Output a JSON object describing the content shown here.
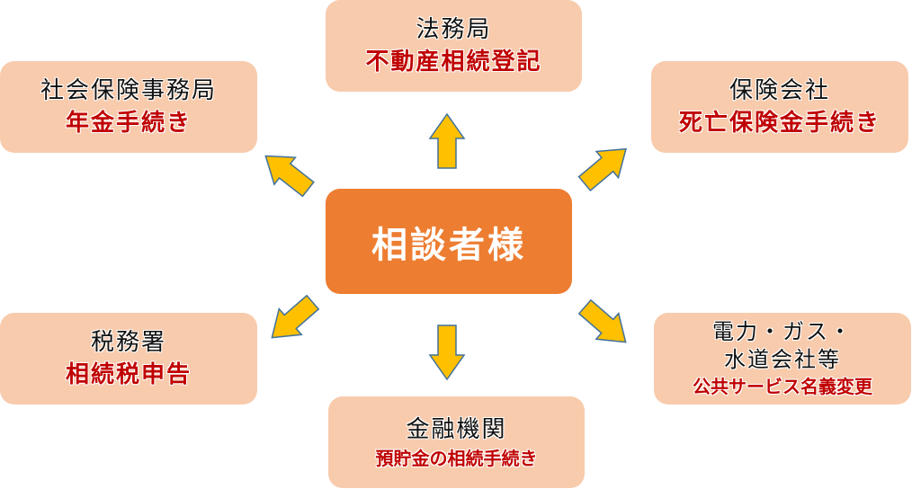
{
  "center": {
    "label": "相談者様"
  },
  "nodes": [
    {
      "title": "法務局",
      "task": "不動産相続登記"
    },
    {
      "title": "社会保険事務局",
      "task": "年金手続き"
    },
    {
      "title": "保険会社",
      "task": "死亡保険金手続き"
    },
    {
      "title": "税務署",
      "task": "相続税申告"
    },
    {
      "title": "金融機関",
      "task": "預貯金の相続手続き"
    },
    {
      "title_line1": "電力・ガス・",
      "title_line2": "水道会社等",
      "task": "公共サービス名義変更"
    }
  ],
  "colors": {
    "center": "#ED7D31",
    "box": "#F8CBAD",
    "task_text": "#C00000",
    "arrow_fill": "#FFC000",
    "arrow_stroke": "#41719C"
  }
}
